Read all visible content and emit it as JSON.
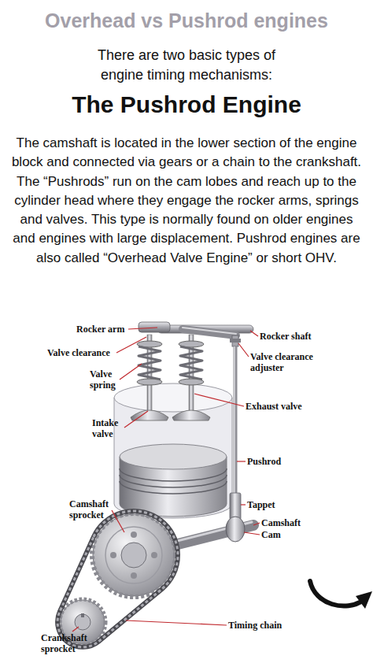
{
  "diagram": {
    "title": "Overhead vs Pushrod engines",
    "labels": [
      "There are two basic types of engine timing mechanisms:",
      "The Pushrod Engine",
      "The camshaft is located in the lower section of the engine block and connected via gears or a chain to the crankshaft. The “Pushrods” run on the cam lobes and reach up to the cylinder head where they engage the rocker arms, springs and valves. This type is normally found on older engines and engines with large displacement. Pushrod engines are also called “Overhead Valve Engine” or short OHV.",
      "Rocker arm",
      "Valve clearance",
      "Valve spring",
      "Intake valve",
      "Camshaft sprocket",
      "Crankshaft sprocket",
      "Rocker shaft",
      "Valve clearance adjuster",
      "Exhaust valve",
      "Pushrod",
      "Tappet",
      "Camshaft",
      "Cam",
      "Timing chain"
    ]
  }
}
